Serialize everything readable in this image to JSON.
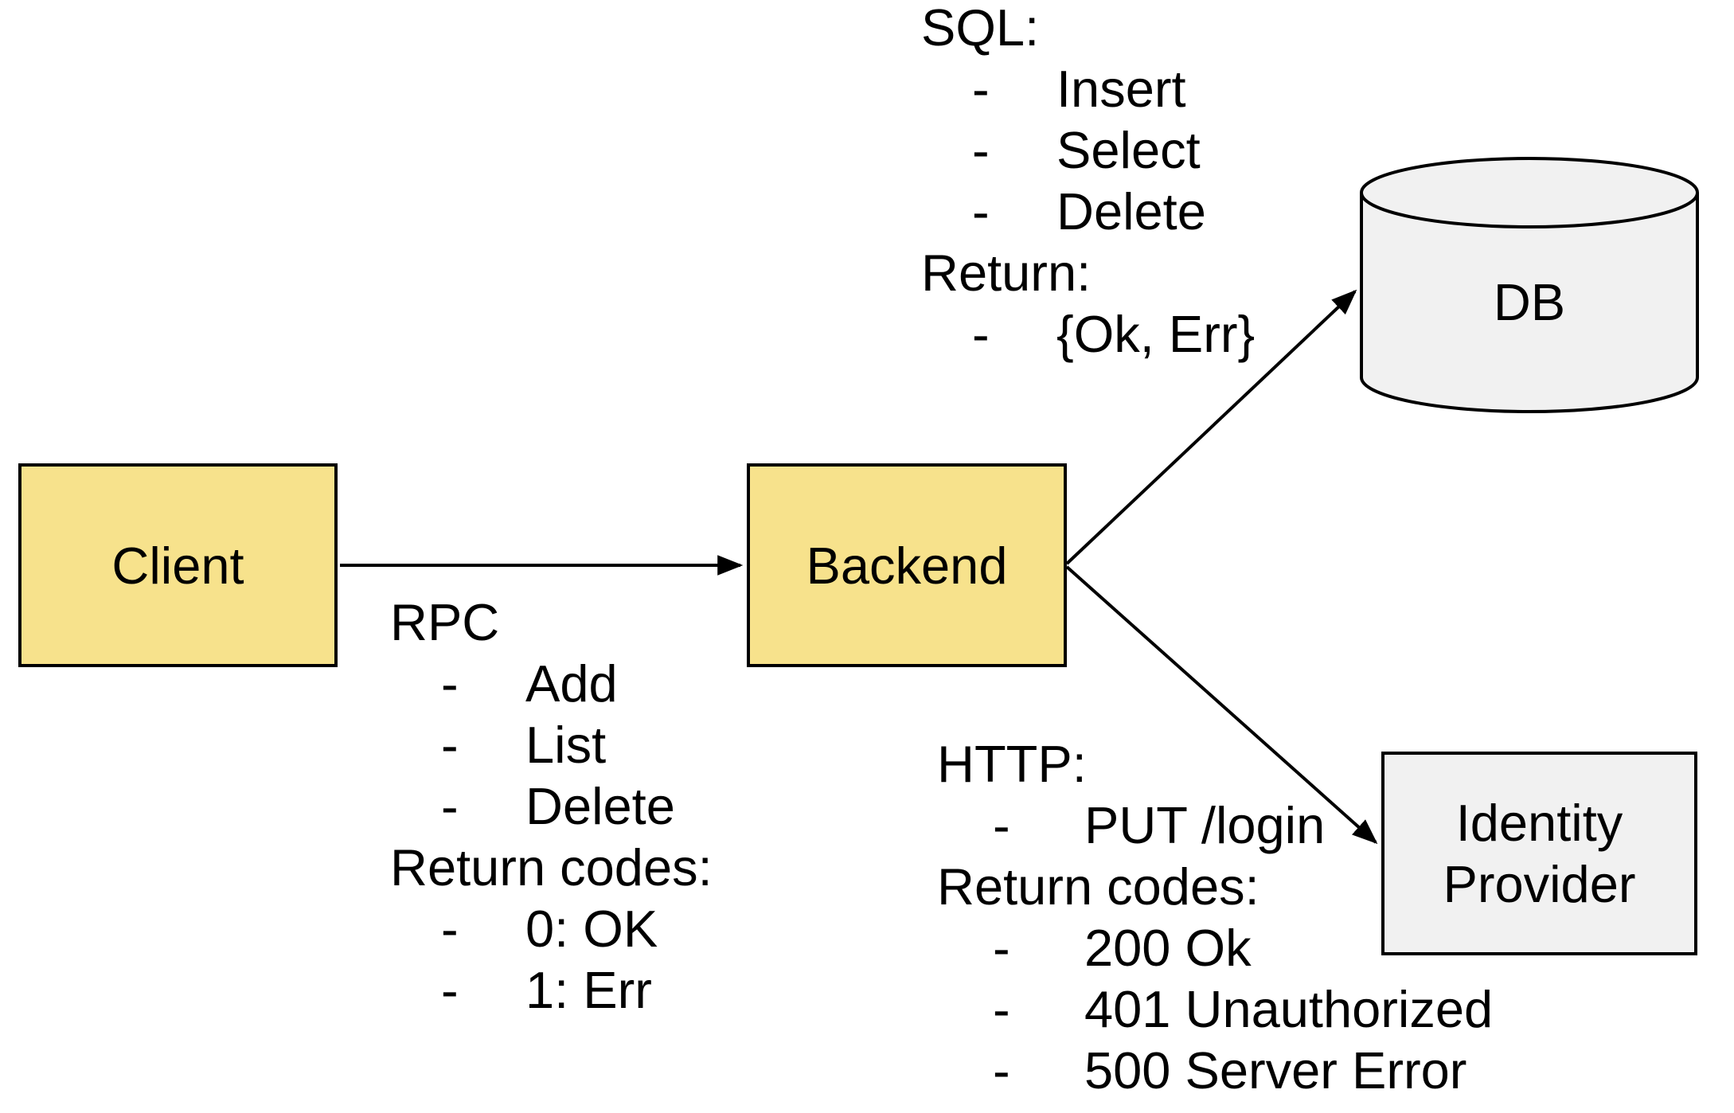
{
  "diagram_title": "Client / Backend / DB / Identity Provider architecture",
  "colors": {
    "node_fill_yellow": "#F7E28C",
    "node_fill_gray": "#F1F1F1",
    "stroke": "#000000",
    "background": "#FFFFFF"
  },
  "bullet_char": "-",
  "nodes": {
    "client": {
      "label": "Client",
      "shape": "rectangle"
    },
    "backend": {
      "label": "Backend",
      "shape": "rectangle"
    },
    "db": {
      "label": "DB",
      "shape": "cylinder"
    },
    "identity_provider": {
      "label": "Identity Provider",
      "shape": "rectangle"
    }
  },
  "edges": [
    {
      "from": "Client",
      "to": "Backend",
      "annotation": "RPC"
    },
    {
      "from": "Backend",
      "to": "DB",
      "annotation": "SQL"
    },
    {
      "from": "Backend",
      "to": "Identity Provider",
      "annotation": "HTTP"
    }
  ],
  "annotations": {
    "rpc": {
      "lines": [
        {
          "text": "RPC",
          "bullet": false
        },
        {
          "text": "Add",
          "bullet": true
        },
        {
          "text": "List",
          "bullet": true
        },
        {
          "text": "Delete",
          "bullet": true
        },
        {
          "text": "Return codes:",
          "bullet": false
        },
        {
          "text": "0: OK",
          "bullet": true
        },
        {
          "text": "1: Err",
          "bullet": true
        }
      ]
    },
    "sql": {
      "lines": [
        {
          "text": "SQL:",
          "bullet": false
        },
        {
          "text": "Insert",
          "bullet": true
        },
        {
          "text": "Select",
          "bullet": true
        },
        {
          "text": "Delete",
          "bullet": true
        },
        {
          "text": "Return:",
          "bullet": false
        },
        {
          "text": "{Ok, Err}",
          "bullet": true
        }
      ]
    },
    "http": {
      "lines": [
        {
          "text": "HTTP:",
          "bullet": false
        },
        {
          "text": "PUT /login",
          "bullet": true
        },
        {
          "text": "Return codes:",
          "bullet": false
        },
        {
          "text": "200 Ok",
          "bullet": true
        },
        {
          "text": "401 Unauthorized",
          "bullet": true
        },
        {
          "text": "500 Server Error",
          "bullet": true
        }
      ]
    }
  }
}
